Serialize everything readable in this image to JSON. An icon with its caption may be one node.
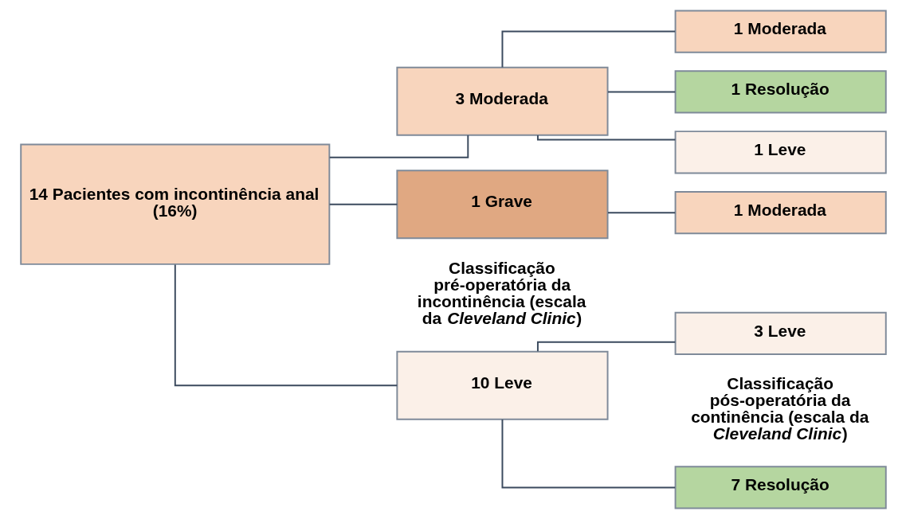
{
  "diagram": {
    "nodes": [
      {
        "text": [
          "14 Pacientes com incontinência anal",
          "(16%)"
        ]
      },
      {
        "text": [
          "10 Leve"
        ]
      },
      {
        "text": [
          "3 Moderada"
        ]
      },
      {
        "text": [
          "1 Grave"
        ]
      },
      {
        "text": [
          "7 Resolução"
        ]
      },
      {
        "text": [
          "3 Leve"
        ]
      },
      {
        "text": [
          "1 Resolução"
        ]
      },
      {
        "text": [
          "1 Leve"
        ]
      },
      {
        "text": [
          "1 Moderada"
        ]
      },
      {
        "text": [
          "1 Moderada"
        ]
      }
    ],
    "edges": [
      {
        "from": 0,
        "to": 1,
        "arrow": "none"
      },
      {
        "from": 0,
        "to": 2,
        "arrow": "none"
      },
      {
        "from": 0,
        "to": 3,
        "arrow": "none"
      },
      {
        "from": 1,
        "to": 4,
        "arrow": "none"
      },
      {
        "from": 1,
        "to": 5,
        "arrow": "none"
      },
      {
        "from": 2,
        "to": 6,
        "arrow": "none"
      },
      {
        "from": 2,
        "to": 7,
        "arrow": "none"
      },
      {
        "from": 2,
        "to": 8,
        "arrow": "none"
      },
      {
        "from": 3,
        "to": 9,
        "arrow": "none"
      }
    ],
    "labels": [
      "Classificação pré-operatória da incontinência (escala da *Cleveland Clinic*)",
      "Classificação pós-operatória da continência (escala da *Cleveland Clinic*)"
    ]
  }
}
